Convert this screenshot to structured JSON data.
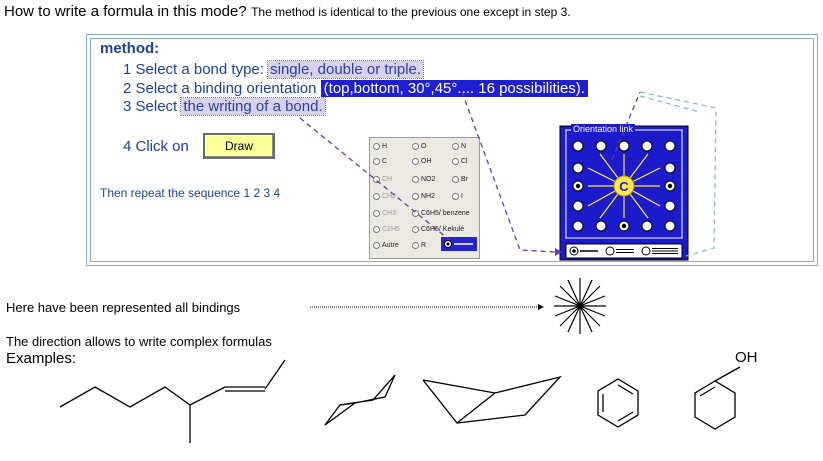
{
  "title": {
    "main": "How to write a formula in this mode?",
    "sub": "The method is identical to the previous one except in step 3."
  },
  "method": {
    "heading": "method:",
    "step1_prefix": "1 Select a bond type:",
    "step1_highlight": "single, double or triple.",
    "step2_prefix": "2 Select a binding orientation",
    "step2_highlight": "(top,bottom, 30°,45°.... 16 possibilities).",
    "step3_prefix": "3 Select",
    "step3_highlight": "the writing of a bond.",
    "step4_prefix": "4 Click on",
    "draw_button": "Draw",
    "repeat": "Then repeat the sequence 1 2 3 4"
  },
  "palette": {
    "options": [
      "H",
      "O",
      "N",
      "C",
      "OH",
      "Cl",
      "CH",
      "NO2",
      "Br",
      "CH2",
      "NH2",
      "I",
      "CH3",
      "C6H5/ benzene",
      "C2H5",
      "C6H5/ Kekulé",
      "Autre",
      "R"
    ]
  },
  "orientation": {
    "label": "Orientation link",
    "center_atom": "C"
  },
  "bottom": {
    "bindings_text": "Here have been represented all bindings",
    "direction_text": "The direction allows to write complex formulas",
    "examples_label": "Examples:",
    "oh_label": "OH"
  },
  "colors": {
    "text_blue": "#1f3f9a",
    "highlight_dark": "#1f1fd0",
    "highlight_light": "#d7d2ea",
    "draw_button_bg": "#ffff99",
    "panel_blue": "#1b1bcc",
    "arrow_purple": "#6a3aa8"
  }
}
